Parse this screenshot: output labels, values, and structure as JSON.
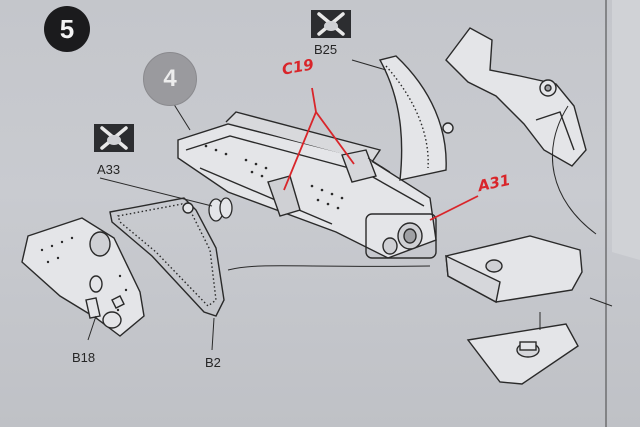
{
  "steps": {
    "current": "5",
    "previous": "4"
  },
  "part_labels": {
    "b25": "B25",
    "a33": "A33",
    "b18": "B18",
    "b2": "B2"
  },
  "handwritten": {
    "c19": "C19",
    "a31": "A31"
  },
  "colors": {
    "ink": "#2a2a2a",
    "paper": "#c6c8cd",
    "annotation_red": "#d9252a",
    "step_badge": "#1b1b1d",
    "previous_step_badge": "#9a9a9e"
  },
  "icons": {
    "omit_part_marker": "x-cross-icon"
  }
}
